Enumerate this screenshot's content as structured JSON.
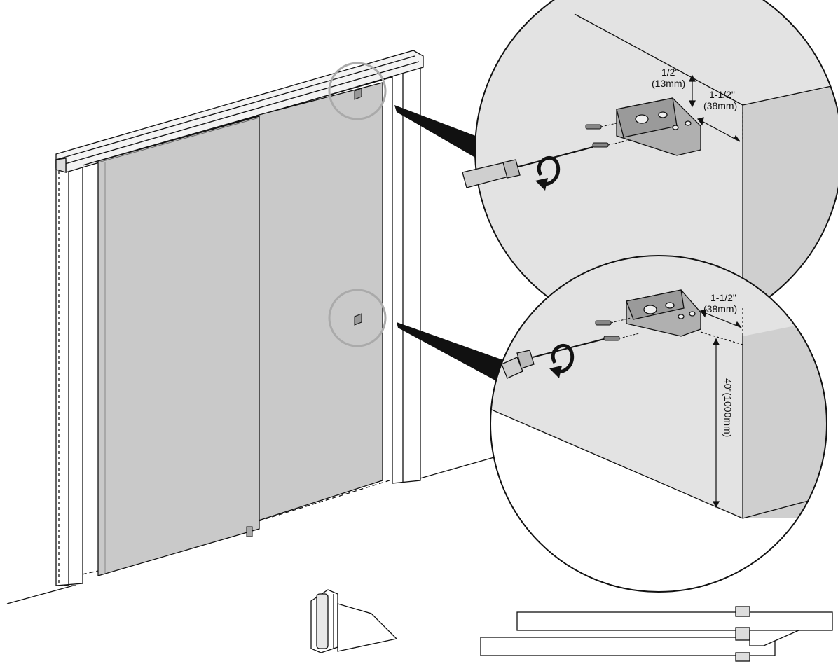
{
  "callout_top": {
    "dim_bracket_offset": "1/2\"",
    "dim_bracket_offset_metric": "(13mm)",
    "dim_side_offset": "1-1/2\"",
    "dim_side_offset_metric": "(38mm)"
  },
  "callout_bottom": {
    "dim_side_offset": "1-1/2\"",
    "dim_side_offset_metric": "(38mm)",
    "dim_height": "40\"(1000mm)"
  },
  "colors": {
    "door_panel": "#c9c9c9",
    "wall": "#e2e2e2",
    "wall_side": "#cfcfcf",
    "bracket": "#a9a9a9",
    "line": "#111111"
  }
}
